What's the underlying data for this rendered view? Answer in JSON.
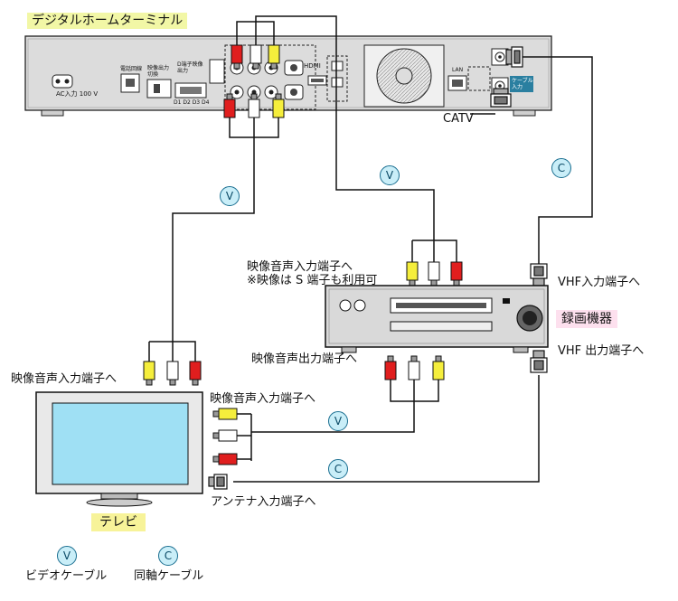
{
  "devices": {
    "terminal": "デジタルホームターミナル",
    "recorder": "録画機器",
    "tv": "テレビ"
  },
  "terminal_panel": {
    "ac_label": "AC入力 100 V",
    "phone_label": "電話回線",
    "output_switch_label": "映像出力切換",
    "d_terminal_label": "D端子映像出力",
    "d_modes": "D1 D2 D3 D4",
    "hdmi_label": "HDMI",
    "lan_label": "LAN",
    "cable_label": "ケーブル入力"
  },
  "labels": {
    "catv": "CATV",
    "vhf_in": "VHF入力端子へ",
    "vhf_out": "VHF 出力端子へ",
    "recorder_av_in_line1": "映像音声入力端子へ",
    "recorder_av_in_line2": "※映像は S 端子も利用可",
    "recorder_av_out": "映像音声出力端子へ",
    "tv_av_in_left": "映像音声入力端子へ",
    "tv_av_in_right": "映像音声入力端子へ",
    "antenna_in": "アンテナ入力端子へ"
  },
  "badges": {
    "video": "V",
    "coax": "C"
  },
  "legend": {
    "video_cable": "ビデオケーブル",
    "coax_cable": "同軸ケーブル"
  },
  "colors": {
    "video_yellow": "#f5ee3c",
    "audio_white": "#ffffff",
    "audio_red": "#e01e1e",
    "badge_fill": "#c9eef8",
    "badge_border": "#1a6e90",
    "terminal_highlight": "#f2f7a6",
    "recorder_highlight": "#fde0ee",
    "tv_highlight": "#f7f399",
    "tv_screen": "#9fe0f4"
  }
}
